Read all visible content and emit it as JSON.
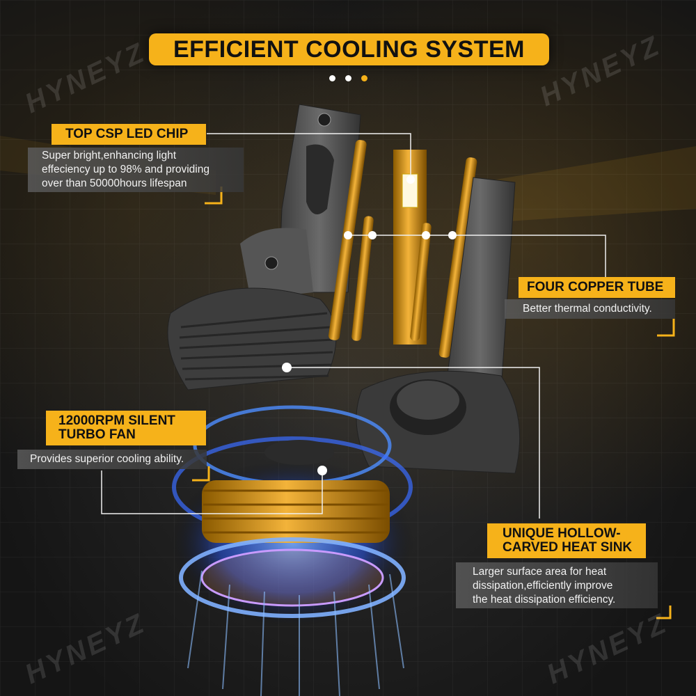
{
  "title": "EFFICIENT COOLING SYSTEM",
  "watermark": "HYNEYZ",
  "colors": {
    "accent": "#f6b21a",
    "background": "#1b1b1b",
    "fan_glow": "#3a7bff"
  },
  "callouts": {
    "chip": {
      "title": "TOP CSP LED CHIP",
      "body": [
        "Super bright,enhancing light",
        "effeciency up to 98% and providing",
        "over than 50000hours lifespan"
      ]
    },
    "copper": {
      "title": "FOUR COPPER TUBE",
      "body": [
        "Better thermal conductivity."
      ]
    },
    "fan": {
      "title": [
        "12000RPM SILENT",
        "TURBO FAN"
      ],
      "body": [
        "Provides superior cooling ability."
      ]
    },
    "heatsink": {
      "title": [
        "UNIQUE HOLLOW-",
        "CARVED HEAT SINK"
      ],
      "body": [
        "Larger surface area for heat",
        "dissipation,efficiently improve",
        "the heat dissipation efficiency."
      ]
    }
  }
}
